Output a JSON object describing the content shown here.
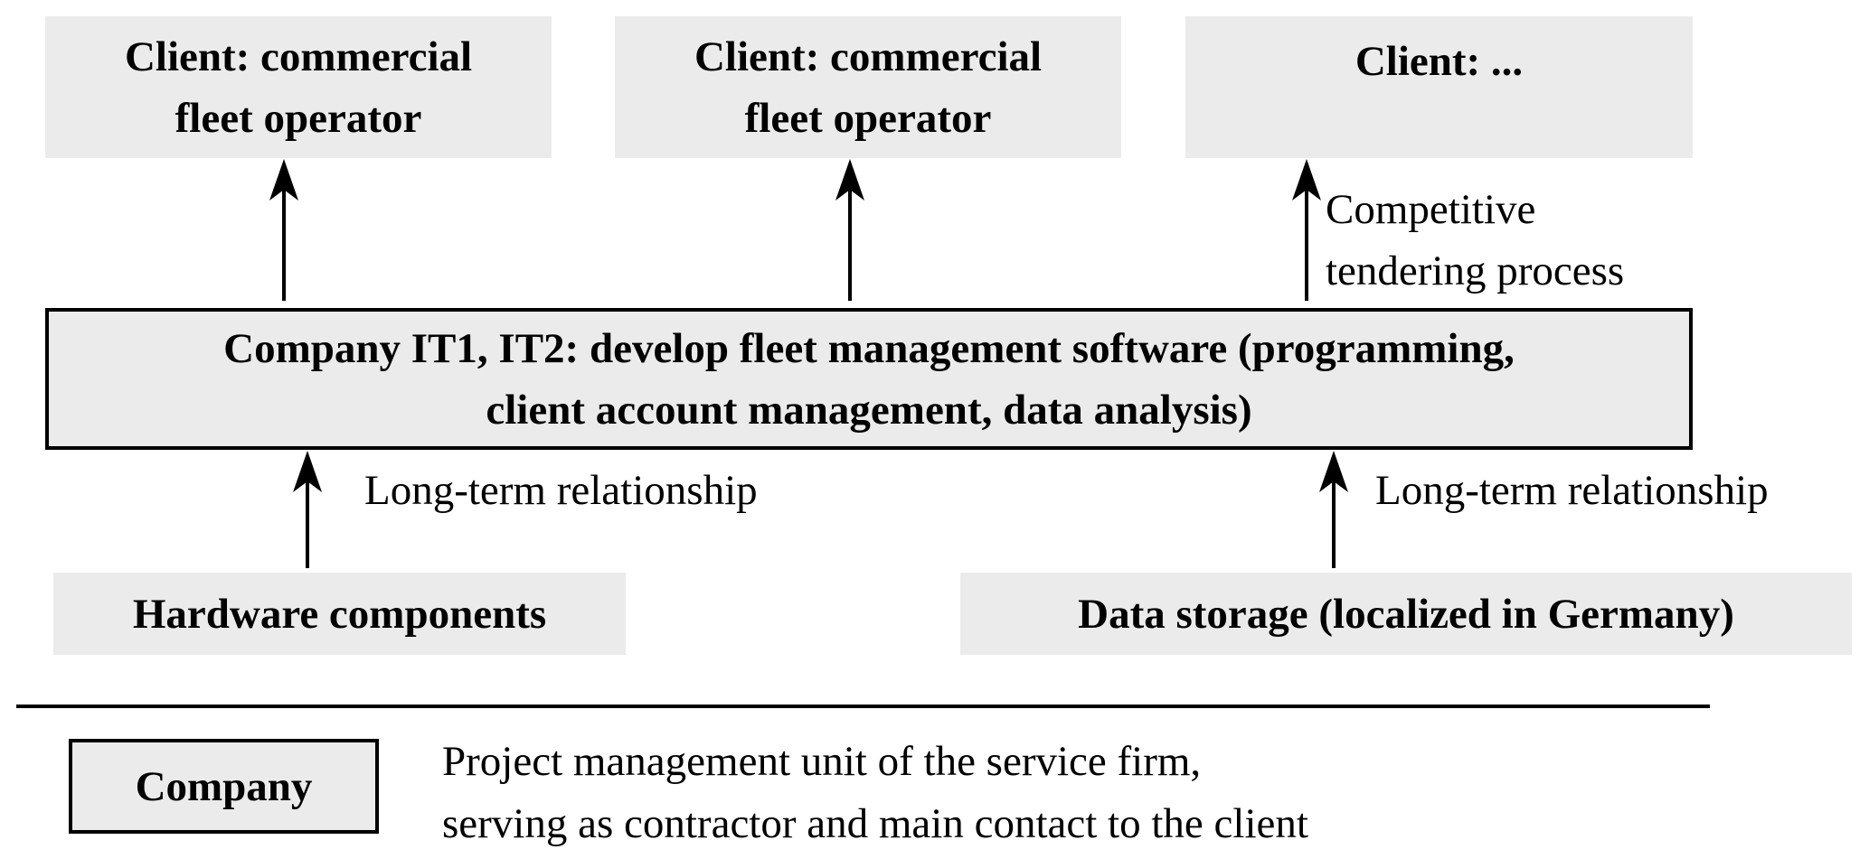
{
  "clients": [
    {
      "line1": "Client: commercial",
      "line2": "fleet operator"
    },
    {
      "line1": "Client: commercial",
      "line2": "fleet operator"
    },
    {
      "line1": "Client: ...",
      "line2": ""
    }
  ],
  "tender_label": {
    "line1": "Competitive",
    "line2": "tendering process"
  },
  "company_box": {
    "line1": "Company IT1, IT2: develop fleet management software (programming,",
    "line2": "client account management, data analysis)"
  },
  "suppliers": [
    {
      "label": "Hardware components",
      "relation": "Long-term relationship"
    },
    {
      "label": "Data storage (localized in Germany)",
      "relation": "Long-term relationship"
    }
  ],
  "legend": {
    "symbol_label": "Company",
    "line1": "Project management unit of the service firm,",
    "line2": "serving as contractor and main contact to the client"
  }
}
